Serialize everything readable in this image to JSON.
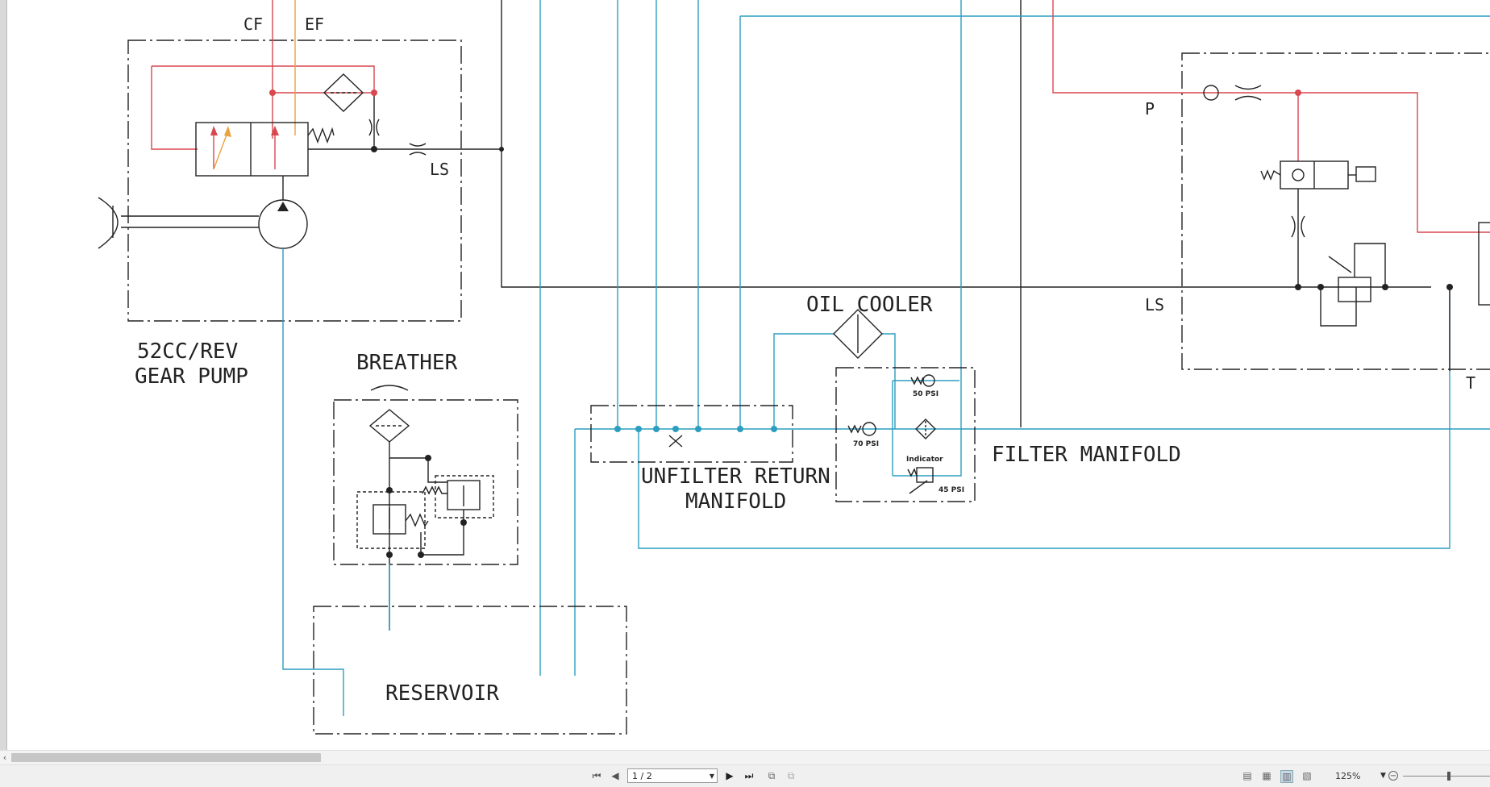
{
  "diagram": {
    "labels": {
      "cf": "CF",
      "ef": "EF",
      "ls_pump": "LS",
      "pump_line1": "52CC/REV",
      "pump_line2": "GEAR PUMP",
      "breather": "BREATHER",
      "reservoir": "RESERVOIR",
      "oil_cooler": "OIL COOLER",
      "unfilter_line1": "UNFILTER RETURN",
      "unfilter_line2": "MANIFOLD",
      "filter_manifold": "FILTER MANIFOLD",
      "psi_50": "50 PSI",
      "psi_70": "70 PSI",
      "psi_45": "45 PSI",
      "indicator": "Indicator",
      "p_port": "P",
      "ls_valve": "LS",
      "t_port": "T"
    },
    "colors": {
      "pressure_line": "#d9474f",
      "return_line": "#2b9ec0",
      "ls_line": "#1a1a1a",
      "pilot_line": "#e8a341",
      "outline": "#222222"
    }
  },
  "statusbar": {
    "page_indicator": "1 / 2",
    "zoom_level": "125%",
    "icons": {
      "first": "first-page-icon",
      "prev": "previous-page-icon",
      "next": "next-page-icon",
      "last": "last-page-icon"
    }
  }
}
